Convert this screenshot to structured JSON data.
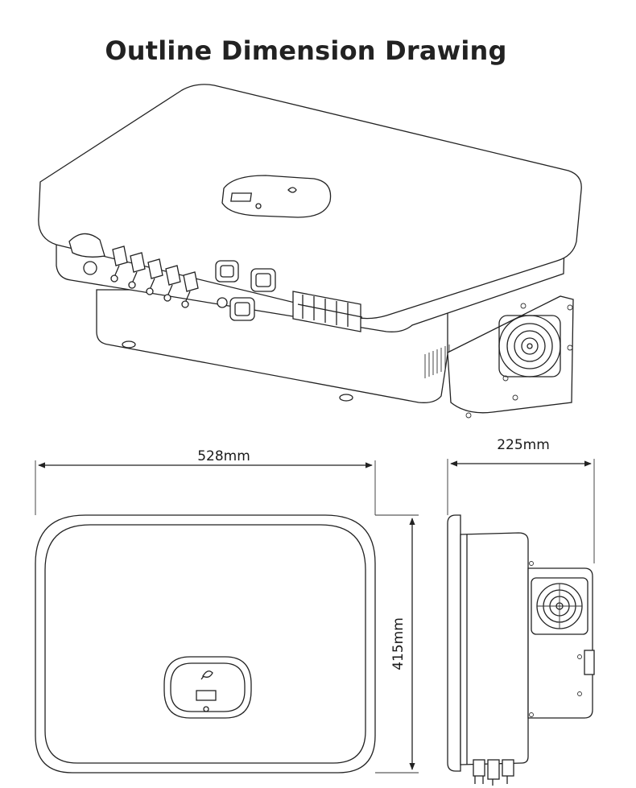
{
  "title": "Outline Dimension Drawing",
  "dimensions": {
    "width": "528mm",
    "height": "415mm",
    "depth": "225mm"
  },
  "colors": {
    "line": "#222222",
    "background": "#ffffff"
  },
  "icons": [
    "leaf-logo-icon",
    "fan-grille-icon"
  ]
}
